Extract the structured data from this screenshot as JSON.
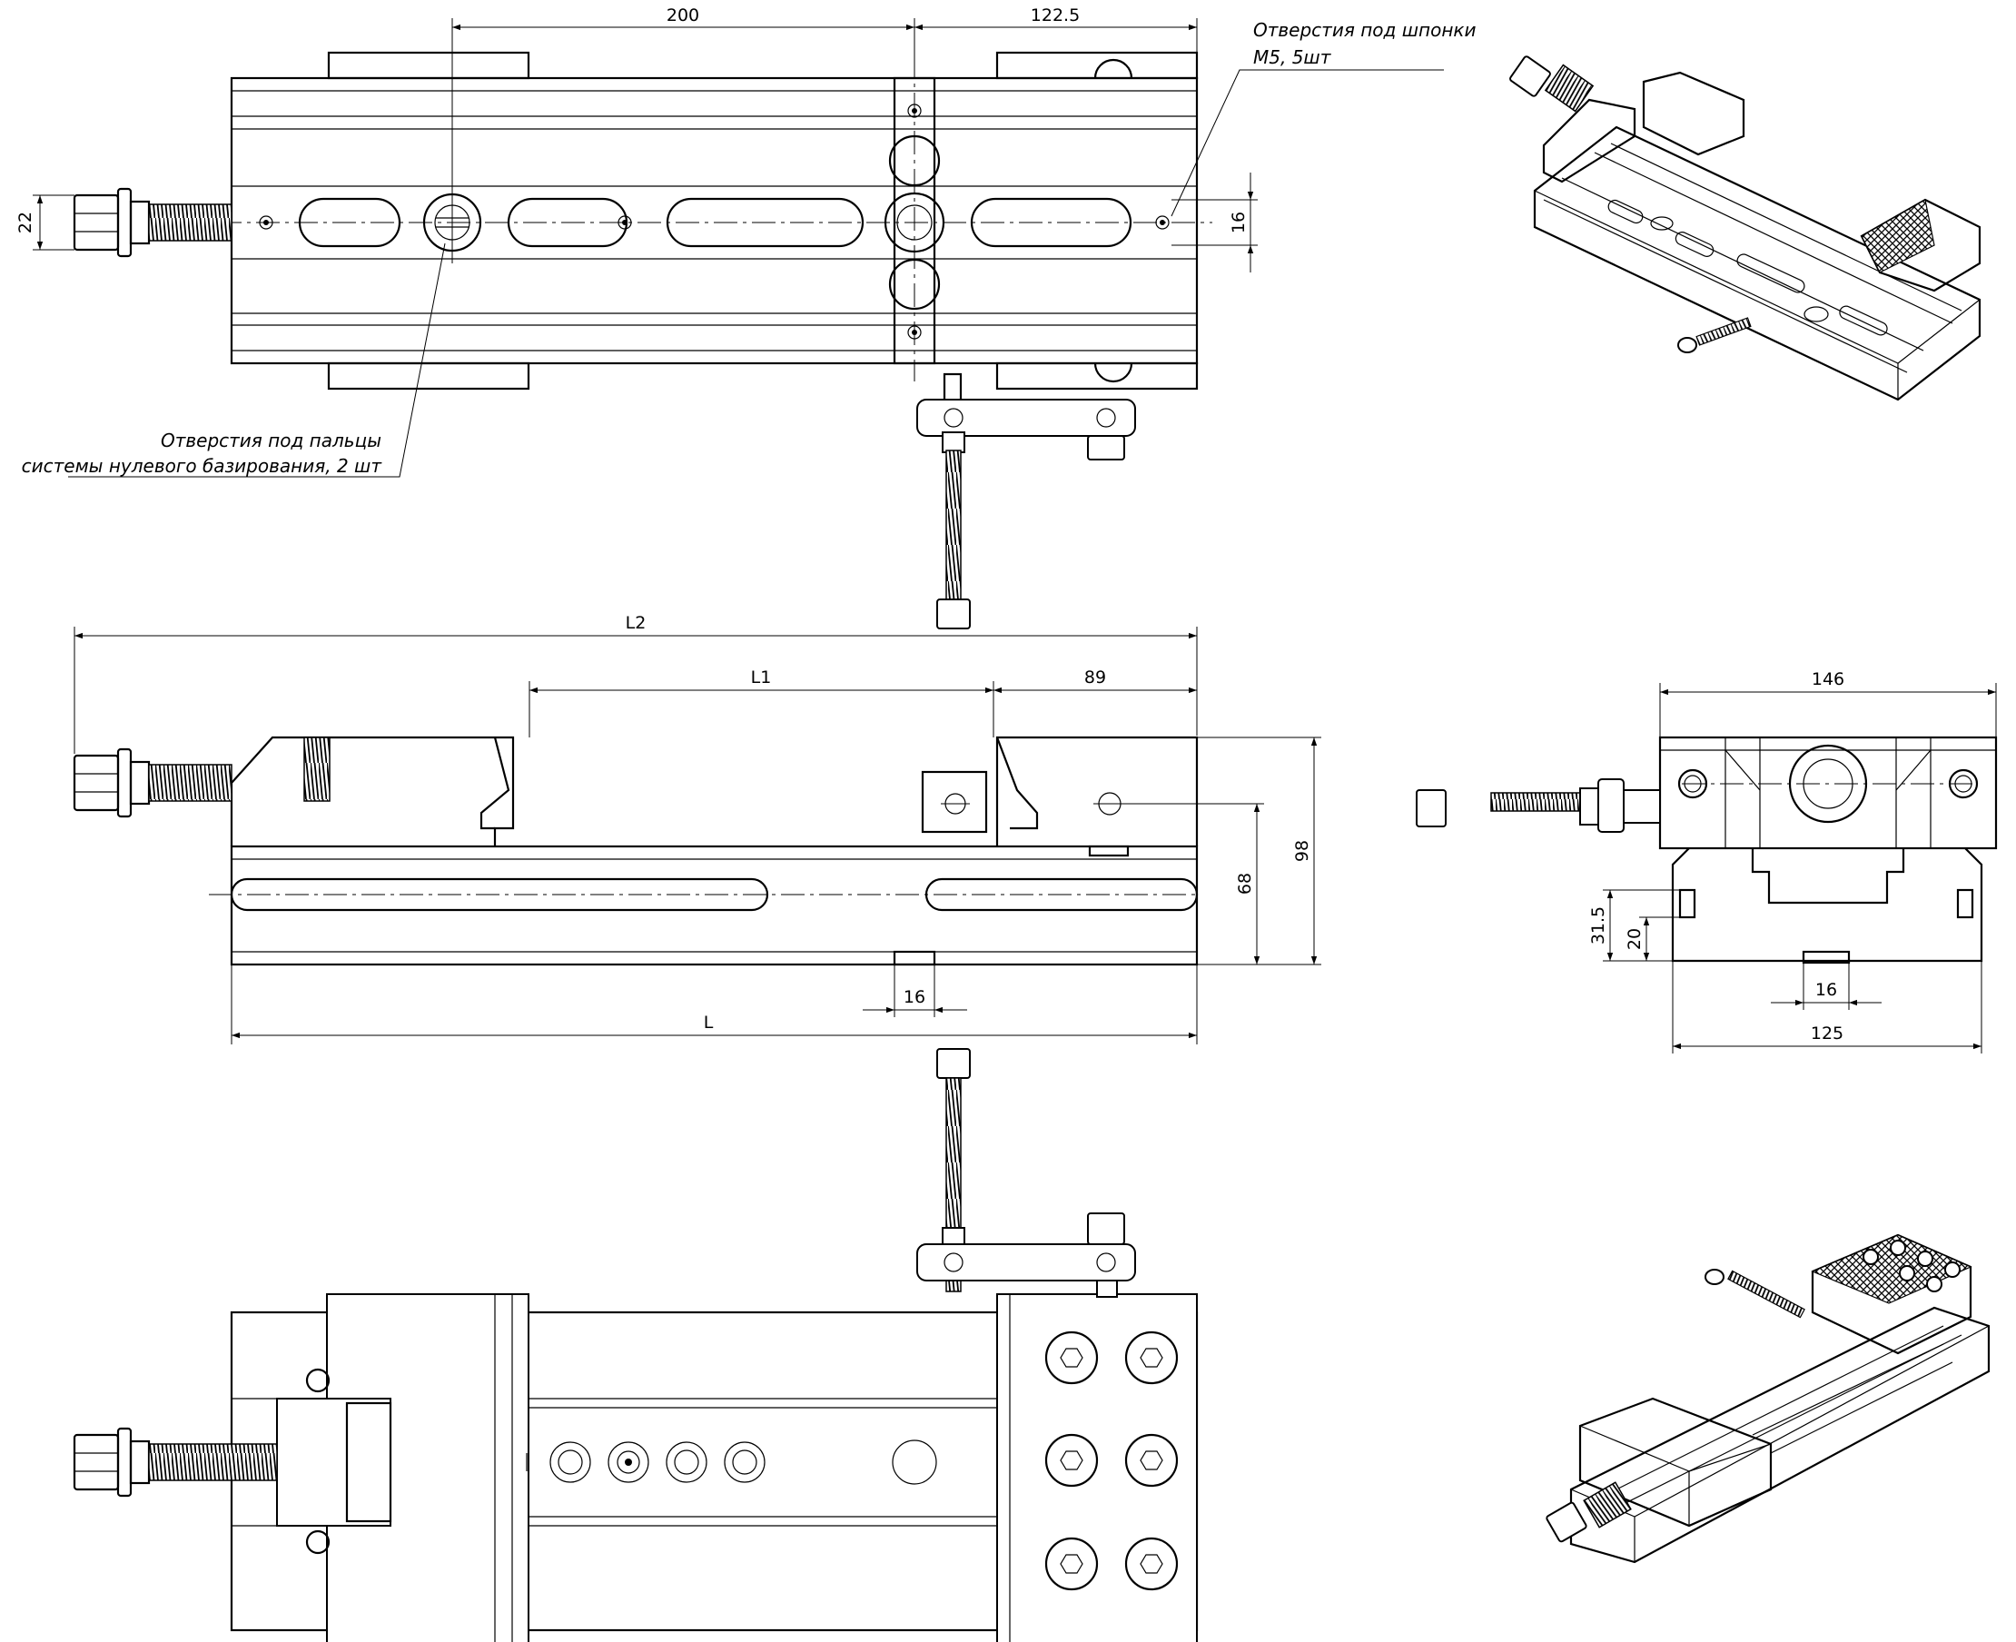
{
  "dimensions": {
    "top_200": "200",
    "top_122_5": "122.5",
    "top_22": "22",
    "top_16": "16",
    "side_L2": "L2",
    "side_L1": "L1",
    "side_89": "89",
    "side_98": "98",
    "side_68": "68",
    "side_16": "16",
    "side_L": "L",
    "end_146": "146",
    "end_31_5": "31.5",
    "end_20": "20",
    "end_16": "16",
    "end_125": "125"
  },
  "notes": {
    "key_holes_line1": "Отверстия под шпонки",
    "key_holes_line2": "М5, 5шт",
    "pin_holes_line1": "Отверстия под пальцы",
    "pin_holes_line2": "системы нулевого базирования, 2 шт"
  }
}
